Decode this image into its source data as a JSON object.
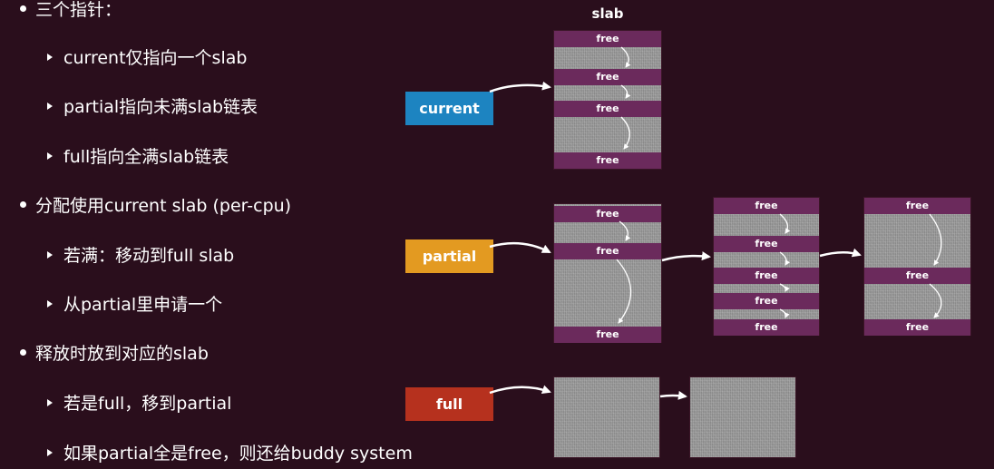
{
  "text": {
    "b1": "三个指针：",
    "s1": "current仅指向一个slab",
    "s2": "partial指向未满slab链表",
    "s3": "full指向全满slab链表",
    "b2": "分配使用current slab (per-cpu)",
    "s4": "若满：移动到full slab",
    "s5": "从partial里申请一个",
    "b3": "释放时放到对应的slab",
    "s6": "若是full，移到partial",
    "s7": "如果partial全是free，则还给buddy system"
  },
  "diagram": {
    "slab_title": "slab",
    "free_label": "free",
    "pointers": {
      "current": {
        "label": "current",
        "color": "#1d84c1"
      },
      "partial": {
        "label": "partial",
        "color": "#e39a21"
      },
      "full": {
        "label": "full",
        "color": "#b6311e"
      }
    },
    "colors": {
      "background": "#2a0e1c",
      "free_bar": "#6b2a5c",
      "slab_fill": "#9a9a9a"
    }
  }
}
